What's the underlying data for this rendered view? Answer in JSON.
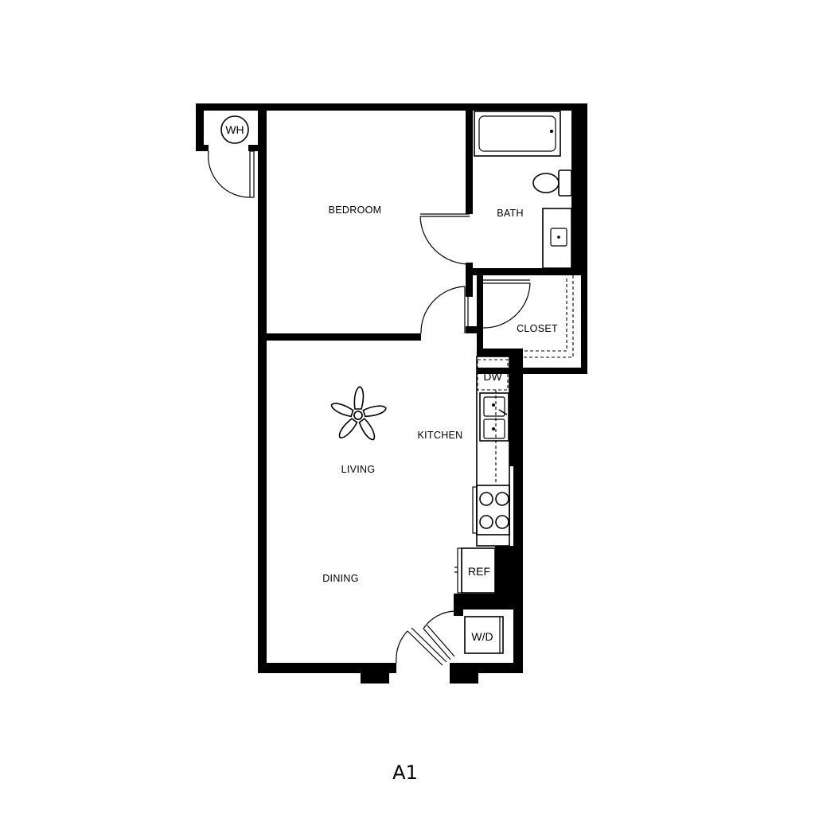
{
  "plan": {
    "name": "A1"
  },
  "rooms": {
    "bedroom": "BEDROOM",
    "bath": "BATH",
    "closet": "CLOSET",
    "kitchen": "KITCHEN",
    "living": "LIVING",
    "dining": "DINING"
  },
  "fixtures": {
    "water_heater": "WH",
    "dishwasher": "DW",
    "refrigerator": "REF",
    "washer_dryer": "W/D"
  },
  "icons": {
    "ceiling_fan": "ceiling-fan-icon"
  }
}
